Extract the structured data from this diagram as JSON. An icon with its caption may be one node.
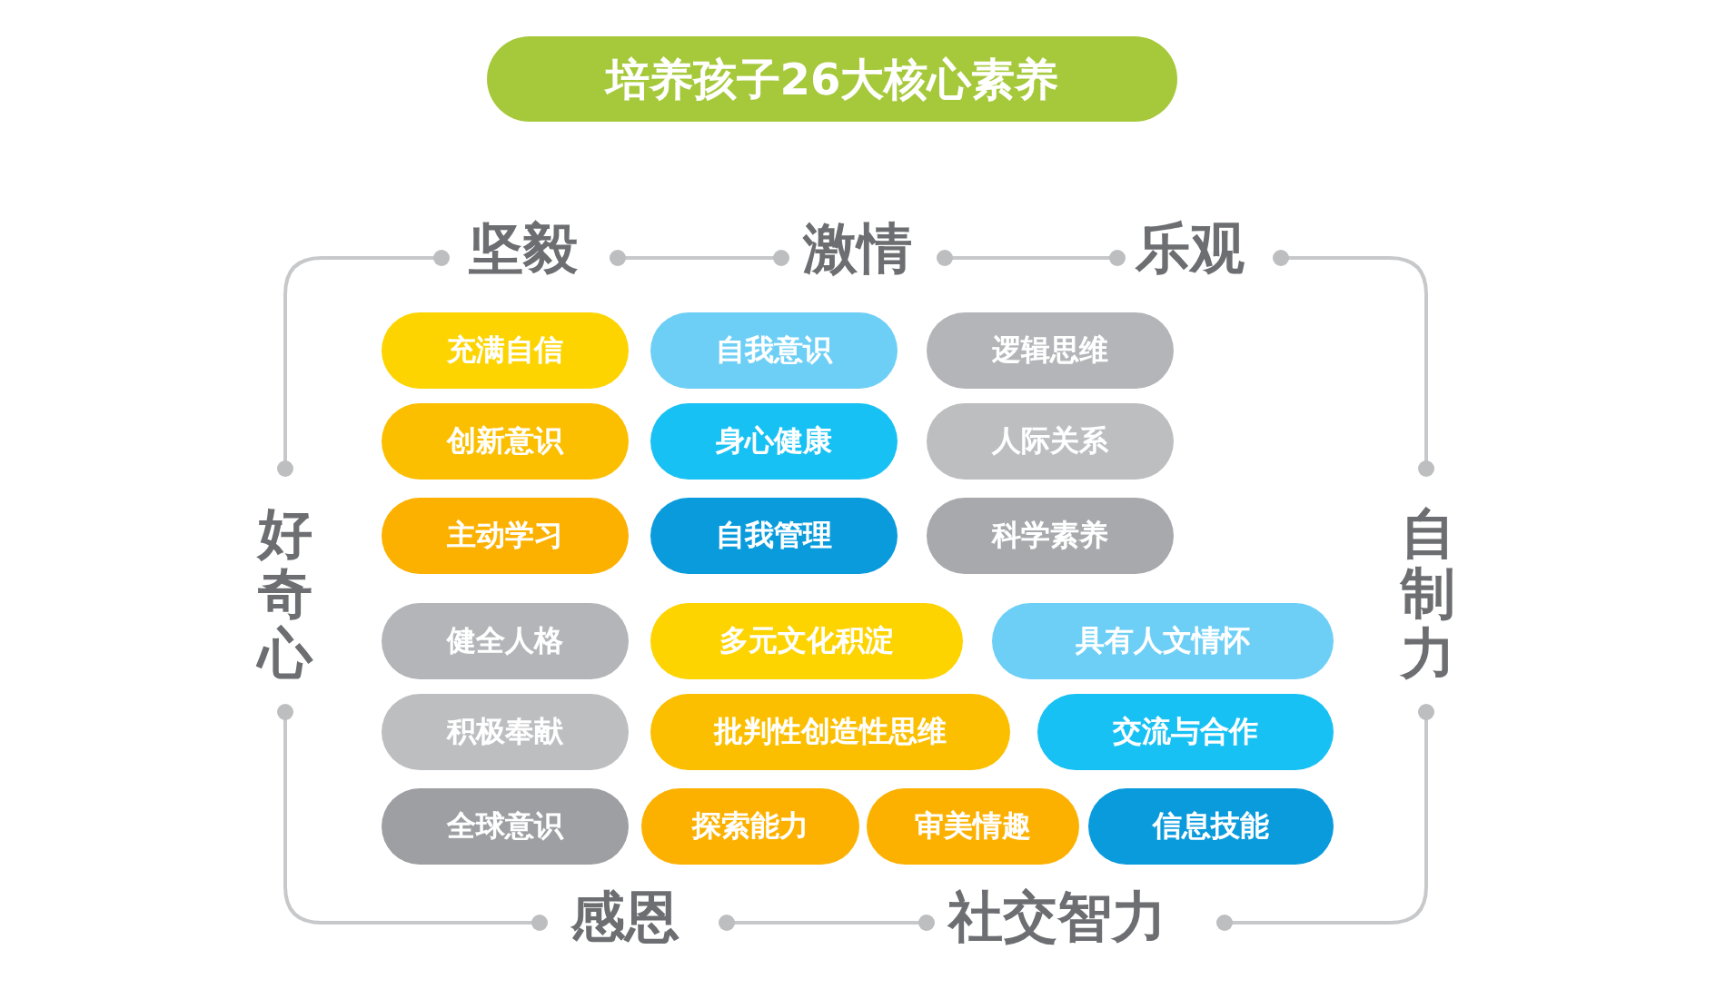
{
  "diagram": {
    "title": "培养孩子26大核心素养",
    "nodes": [
      {
        "text": [
          "充满自信"
        ]
      },
      {
        "text": [
          "自我意识"
        ]
      },
      {
        "text": [
          "逻辑思维"
        ]
      },
      {
        "text": [
          "创新意识"
        ]
      },
      {
        "text": [
          "身心健康"
        ]
      },
      {
        "text": [
          "人际关系"
        ]
      },
      {
        "text": [
          "主动学习"
        ]
      },
      {
        "text": [
          "自我管理"
        ]
      },
      {
        "text": [
          "科学素养"
        ]
      },
      {
        "text": [
          "健全人格"
        ]
      },
      {
        "text": [
          "多元文化积淀"
        ]
      },
      {
        "text": [
          "具有人文情怀"
        ]
      },
      {
        "text": [
          "积极奉献"
        ]
      },
      {
        "text": [
          "批判性创造性思维"
        ]
      },
      {
        "text": [
          "交流与合作"
        ]
      },
      {
        "text": [
          "全球意识"
        ]
      },
      {
        "text": [
          "探索能力"
        ]
      },
      {
        "text": [
          "审美情趣"
        ]
      },
      {
        "text": [
          "信息技能"
        ]
      }
    ],
    "labels": [
      "坚毅",
      "激情",
      "乐观",
      "好奇心",
      "自制力",
      "感恩",
      "社交智力"
    ]
  }
}
